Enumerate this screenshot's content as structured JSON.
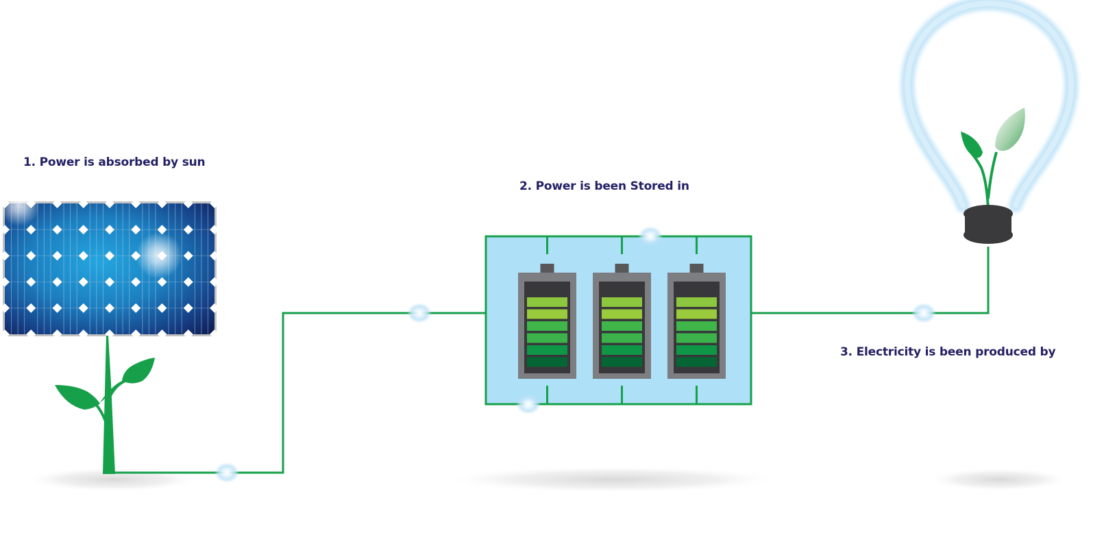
{
  "diagram": {
    "title": "Solar energy flow",
    "steps": [
      {
        "number": 1,
        "label": "1. Power is absorbed by sun",
        "component": "solar-panel"
      },
      {
        "number": 2,
        "label": "2. Power is been Stored in",
        "component": "battery-bank"
      },
      {
        "number": 3,
        "label": "3. Electricity is been produced by",
        "component": "light-bulb"
      }
    ],
    "battery_bank": {
      "battery_count": 3,
      "charge_levels_per_battery": 6,
      "charge_fraction": 1.0
    },
    "solar_panel": {
      "cell_columns": 8,
      "cell_rows": 5
    },
    "colors": {
      "label_text": "#221f63",
      "wire": "#16a04a",
      "battery_box_fill": "#aee0f8",
      "battery_body": "#7d7e82",
      "battery_inner": "#38383b",
      "charge_bars": [
        "#8dc63f",
        "#9acb3c",
        "#3fb54a",
        "#3bb34a",
        "#0f9647",
        "#066534"
      ],
      "bulb_glow": "#bfe3f7",
      "bulb_base": "#3a3a3c",
      "plant": "#16a04a",
      "panel_dark": "#12245c",
      "panel_light": "#22a4dd"
    }
  }
}
